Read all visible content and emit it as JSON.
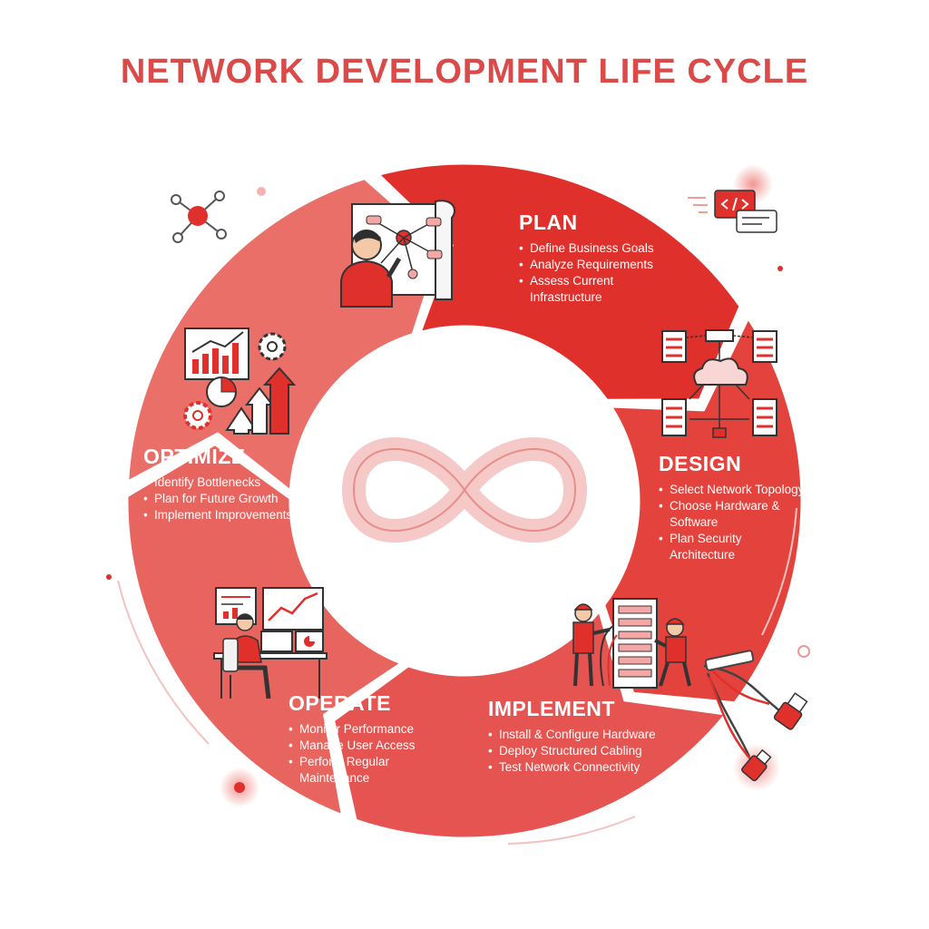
{
  "title": "NETWORK DEVELOPMENT LIFE CYCLE",
  "colors": {
    "accent": "#d94a48",
    "plan": "#e0302c",
    "design": "#e4433d",
    "implement": "#e55450",
    "operate": "#e8655f",
    "optimize": "#ea6f69"
  },
  "stages": [
    {
      "id": "plan",
      "title": "PLAN",
      "icon": "planning-whiteboard-icon",
      "items": [
        "Define Business Goals",
        "Analyze Requirements",
        "Assess Current Infrastructure"
      ]
    },
    {
      "id": "design",
      "title": "DESIGN",
      "icon": "network-topology-icon",
      "items": [
        "Select Network Topology",
        "Choose Hardware & Software",
        "Plan Security Architecture"
      ]
    },
    {
      "id": "implement",
      "title": "IMPLEMENT",
      "icon": "server-rack-technicians-icon",
      "items": [
        "Install & Configure Hardware",
        "Deploy Structured Cabling",
        "Test Network Connectivity"
      ]
    },
    {
      "id": "operate",
      "title": "OPERATE",
      "icon": "monitoring-workstation-icon",
      "items": [
        "Monitor Performance",
        "Manage User Access",
        "Perform Regular Maintenance"
      ]
    },
    {
      "id": "optimize",
      "title": "OPTIMIZE",
      "icon": "growth-chart-gears-icon",
      "items": [
        "Identify Bottlenecks",
        "Plan for Future Growth",
        "Implement Improvements"
      ]
    }
  ],
  "center_icon": "infinity-loop-icon"
}
